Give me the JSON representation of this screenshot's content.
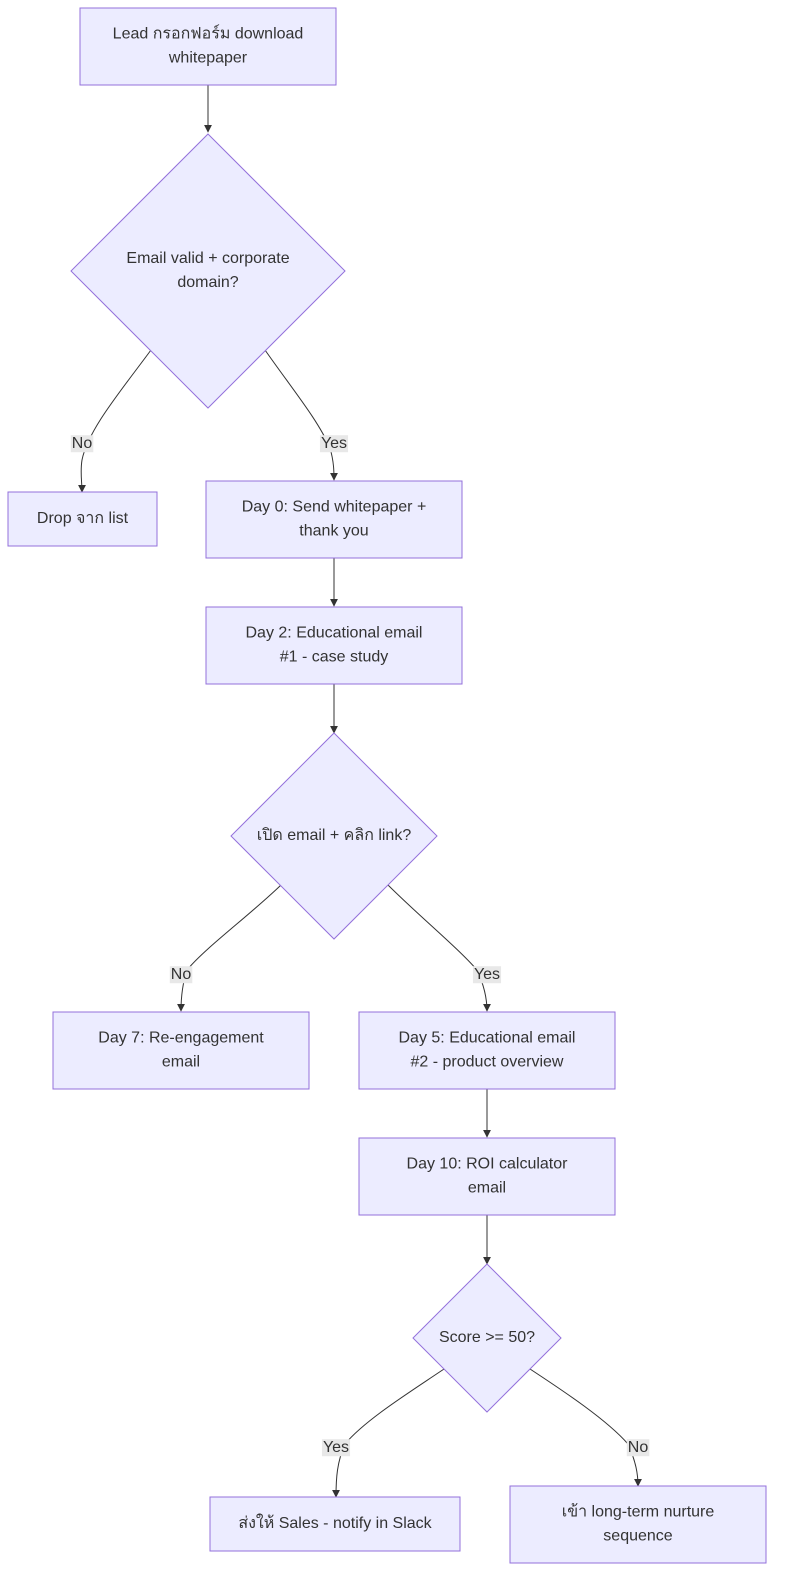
{
  "colors": {
    "node_fill": "#ECECFF",
    "node_stroke": "#9370DB",
    "edge": "#333333",
    "edge_label_bg": "#E8E8E8",
    "text": "#333333"
  },
  "nodes": {
    "start": {
      "shape": "rect",
      "lines": [
        "Lead กรอกฟอร์ม download",
        "whitepaper"
      ]
    },
    "check_email": {
      "shape": "diamond",
      "lines": [
        "Email valid + corporate",
        "domain?"
      ]
    },
    "drop": {
      "shape": "rect",
      "lines": [
        "Drop จาก list"
      ]
    },
    "day0": {
      "shape": "rect",
      "lines": [
        "Day 0: Send whitepaper +",
        "thank you"
      ]
    },
    "day2": {
      "shape": "rect",
      "lines": [
        "Day 2: Educational email",
        "#1 - case study"
      ]
    },
    "check_open": {
      "shape": "diamond",
      "lines": [
        "เปิด email + คลิก link?"
      ]
    },
    "day7": {
      "shape": "rect",
      "lines": [
        "Day 7: Re-engagement",
        "email"
      ]
    },
    "day5": {
      "shape": "rect",
      "lines": [
        "Day 5: Educational email",
        "#2 - product overview"
      ]
    },
    "day10": {
      "shape": "rect",
      "lines": [
        "Day 10: ROI calculator",
        "email"
      ]
    },
    "check_score": {
      "shape": "diamond",
      "lines": [
        "Score >= 50?"
      ]
    },
    "sales": {
      "shape": "rect",
      "lines": [
        "ส่งให้ Sales - notify in Slack"
      ]
    },
    "nurture": {
      "shape": "rect",
      "lines": [
        "เข้า long-term nurture",
        "sequence"
      ]
    }
  },
  "edges": [
    {
      "from": "start",
      "to": "check_email",
      "label": ""
    },
    {
      "from": "check_email",
      "to": "drop",
      "label": "No"
    },
    {
      "from": "check_email",
      "to": "day0",
      "label": "Yes"
    },
    {
      "from": "day0",
      "to": "day2",
      "label": ""
    },
    {
      "from": "day2",
      "to": "check_open",
      "label": ""
    },
    {
      "from": "check_open",
      "to": "day7",
      "label": "No"
    },
    {
      "from": "check_open",
      "to": "day5",
      "label": "Yes"
    },
    {
      "from": "day5",
      "to": "day10",
      "label": ""
    },
    {
      "from": "day10",
      "to": "check_score",
      "label": ""
    },
    {
      "from": "check_score",
      "to": "sales",
      "label": "Yes"
    },
    {
      "from": "check_score",
      "to": "nurture",
      "label": "No"
    }
  ]
}
